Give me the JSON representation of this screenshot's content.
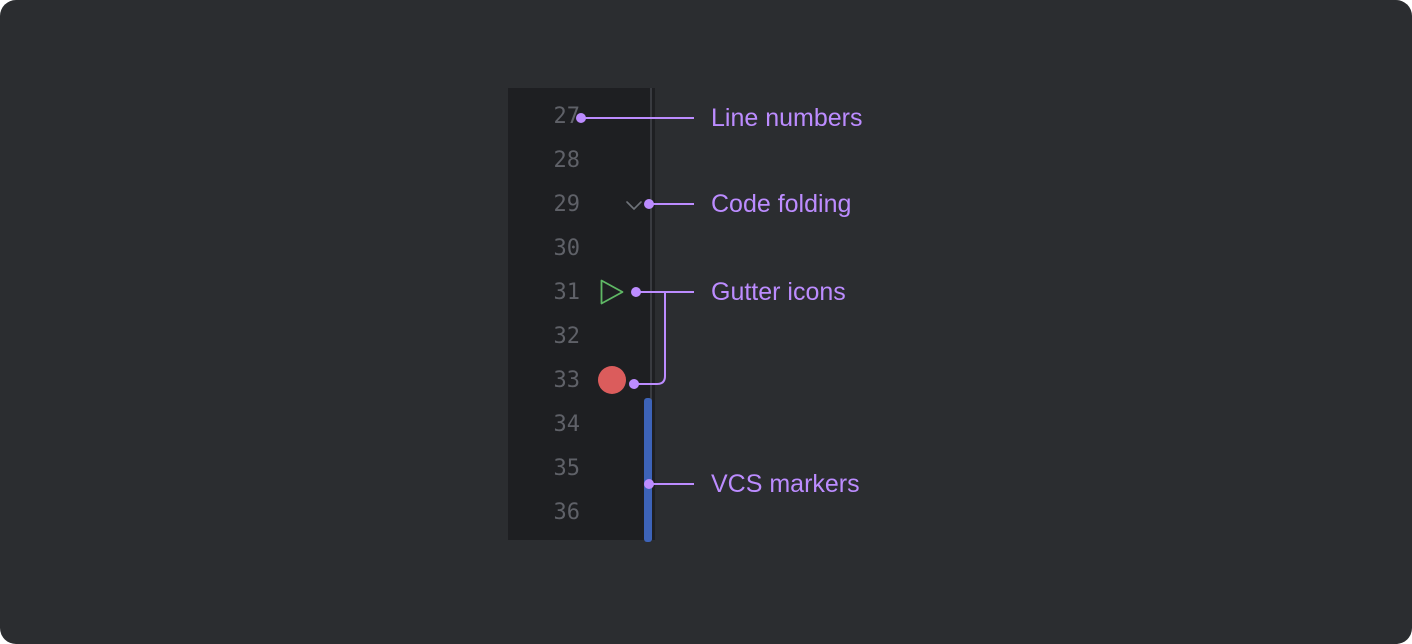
{
  "gutter": {
    "line_numbers": [
      "27",
      "28",
      "29",
      "30",
      "31",
      "32",
      "33",
      "34",
      "35",
      "36"
    ]
  },
  "callouts": {
    "line_numbers": "Line numbers",
    "code_folding": "Code folding",
    "gutter_icons": "Gutter icons",
    "vcs_markers": "VCS markers"
  },
  "colors": {
    "background": "#2b2d30",
    "gutter": "#1e1f22",
    "line_number_text": "#5f6168",
    "annotation": "#bc8cff",
    "run_icon": "#5fb865",
    "breakpoint": "#db5c5c",
    "vcs_marker": "#3d63b8",
    "fold_icon": "#6f737a"
  },
  "icons": {
    "fold": "chevron-down-icon",
    "run": "run-triangle-icon",
    "breakpoint": "breakpoint-circle-icon"
  }
}
